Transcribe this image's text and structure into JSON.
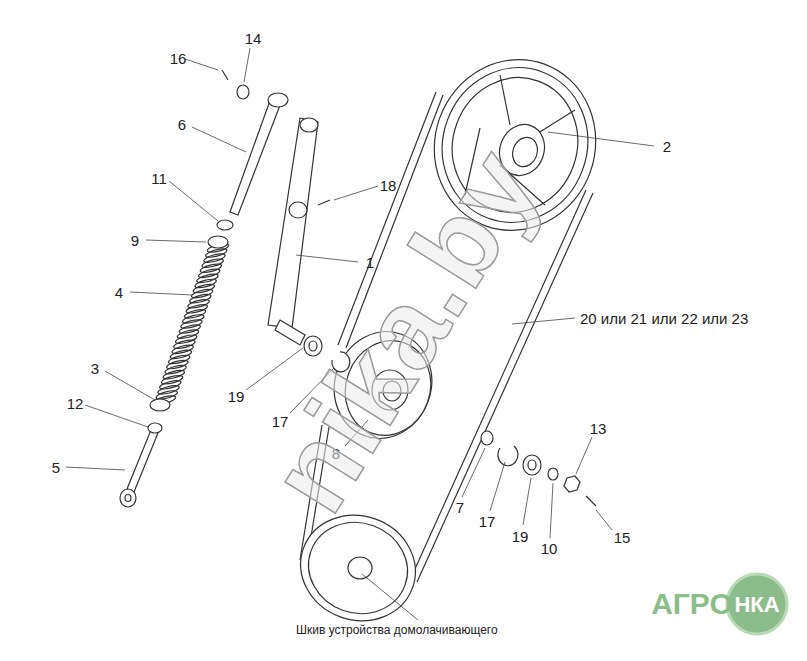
{
  "diagram": {
    "labels": [
      "16",
      "14",
      "6",
      "11",
      "18",
      "2",
      "9",
      "1",
      "4",
      "20 или 21 или 22 или 23",
      "3",
      "19",
      "17",
      "12",
      "8",
      "13",
      "5",
      "7",
      "17",
      "19",
      "10",
      "15",
      "Шкив устройства домолачивающего",
      "nika.by",
      "АГРО",
      "НКА"
    ]
  }
}
